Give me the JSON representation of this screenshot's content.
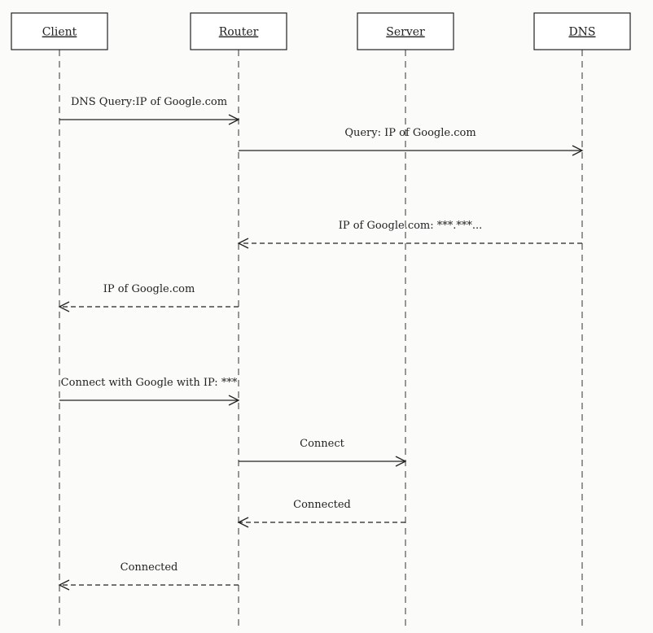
{
  "actors": [
    {
      "id": "client",
      "label": "Client"
    },
    {
      "id": "router",
      "label": "Router"
    },
    {
      "id": "server",
      "label": "Server"
    },
    {
      "id": "dns",
      "label": "DNS"
    }
  ],
  "messages": [
    {
      "from": "client",
      "to": "router",
      "label": "DNS Query:IP of Google.com",
      "style": "solid"
    },
    {
      "from": "router",
      "to": "dns",
      "label": "Query: IP of Google.com",
      "style": "solid"
    },
    {
      "from": "dns",
      "to": "router",
      "label": "IP of Google.com: ***.***...",
      "style": "dashed"
    },
    {
      "from": "router",
      "to": "client",
      "label": "IP of Google.com",
      "style": "dashed"
    },
    {
      "from": "client",
      "to": "router",
      "label": "Connect with Google with IP: ***",
      "style": "solid"
    },
    {
      "from": "router",
      "to": "server",
      "label": "Connect",
      "style": "solid"
    },
    {
      "from": "server",
      "to": "router",
      "label": "Connected",
      "style": "dashed"
    },
    {
      "from": "router",
      "to": "client",
      "label": "Connected",
      "style": "dashed"
    }
  ]
}
